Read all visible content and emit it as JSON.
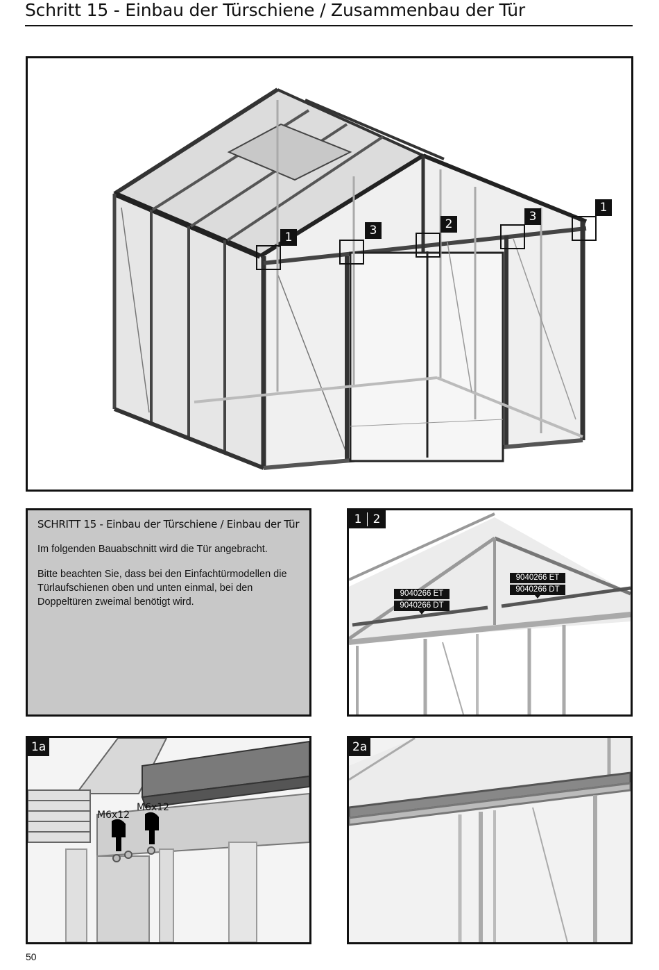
{
  "page": {
    "title": "Schritt 15 - Einbau der Türschiene / Zusammenbau der Tür",
    "page_number": "50"
  },
  "main_figure": {
    "callouts": [
      "1",
      "3",
      "2",
      "3",
      "1"
    ]
  },
  "instructions": {
    "heading": "SCHRITT 15 - Einbau der Türschiene / Einbau der Tür",
    "paragraph_1": "Im folgenden Bauabschnitt wird die Tür angebracht.",
    "paragraph_2": "Bitte beachten Sie, dass bei den Einfachtürmodellen die Türlaufschienen oben und unten einmal, bei den Doppeltüren zweimal benötigt wird."
  },
  "detail_1_2": {
    "badge_left": "1",
    "badge_right": "2",
    "left_part_et": "9040266 ET",
    "left_part_dt": "9040266 DT",
    "right_part_et": "9040266 ET",
    "right_part_dt": "9040266 DT"
  },
  "detail_1a": {
    "badge": "1a",
    "screw_left": "M6x12",
    "screw_right": "M6x12"
  },
  "detail_2a": {
    "badge": "2a"
  }
}
